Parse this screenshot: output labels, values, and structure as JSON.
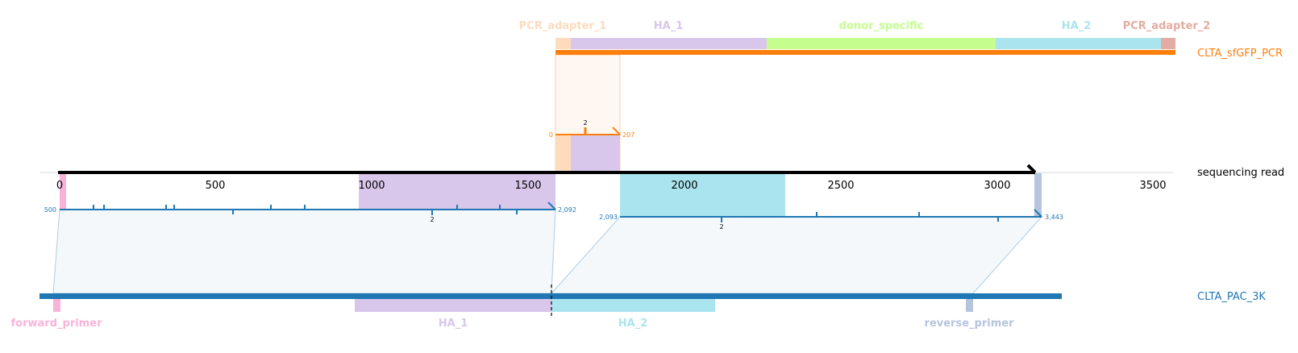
{
  "diagram": {
    "axis": {
      "ticks": [
        "0",
        "500",
        "1000",
        "1500",
        "2000",
        "2500",
        "3000",
        "3500"
      ],
      "read_label": "sequencing read"
    },
    "donor": {
      "name": "CLTA_sfGFP_PCR",
      "features": [
        "PCR_adapter_1",
        "HA_1",
        "donor_specific",
        "HA_2",
        "PCR_adapter_2"
      ],
      "alignment": {
        "start": "0",
        "end": "207",
        "mismatch": "2"
      }
    },
    "reference": {
      "name": "CLTA_PAC_3K",
      "features": [
        "forward_primer",
        "HA_1",
        "HA_2",
        "reverse_primer"
      ]
    },
    "alignment1": {
      "start": "500",
      "end": "2,092",
      "mismatch": "2"
    },
    "alignment2": {
      "start": "2,093",
      "end": "3,443",
      "mismatch": "2"
    },
    "colors": {
      "pcr_adapter_1": "#fcdcbd",
      "ha_1": "#d9c6eb",
      "donor_specific": "#c5fd8e",
      "ha_2": "#aae5ef",
      "pcr_adapter_2": "#e3aca2",
      "forward_primer": "#f9b3d9",
      "reverse_primer": "#b6c4dd",
      "donor_line": "#ff7f0e",
      "reference_line": "#1f77b4"
    }
  }
}
